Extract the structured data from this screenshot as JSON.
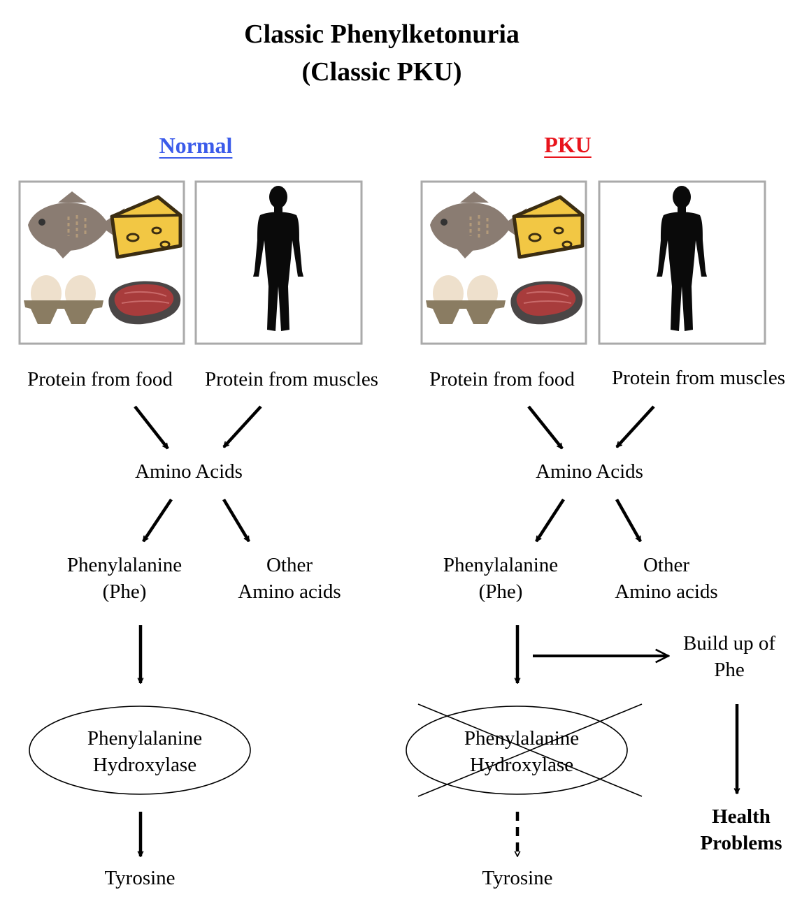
{
  "title": {
    "line1": "Classic Phenylketonuria",
    "line2": "(Classic PKU)"
  },
  "colors": {
    "normal": "#3b5bea",
    "pku": "#e8141c",
    "arrow": "#000000"
  },
  "normal": {
    "heading": "Normal",
    "food_label": "Protein from food",
    "muscle_label": "Protein from muscles",
    "amino_acids": "Amino Acids",
    "phe_line1": "Phenylalanine",
    "phe_line2": "(Phe)",
    "other_line1": "Other",
    "other_line2": "Amino acids",
    "enzyme_line1": "Phenylalanine",
    "enzyme_line2": "Hydroxylase",
    "product": "Tyrosine"
  },
  "pku": {
    "heading": "PKU",
    "food_label": "Protein from food",
    "muscle_label": "Protein from muscles",
    "amino_acids": "Amino Acids",
    "phe_line1": "Phenylalanine",
    "phe_line2": "(Phe)",
    "other_line1": "Other",
    "other_line2": "Amino acids",
    "enzyme_line1": "Phenylalanine",
    "enzyme_line2": "Hydroxylase",
    "product": "Tyrosine",
    "buildup_line1": "Build up of",
    "buildup_line2": "Phe",
    "outcome_line1": "Health",
    "outcome_line2": "Problems"
  },
  "icons": [
    "fish-icon",
    "cheese-icon",
    "eggs-icon",
    "steak-icon",
    "human-silhouette-icon",
    "cross-out-icon"
  ]
}
